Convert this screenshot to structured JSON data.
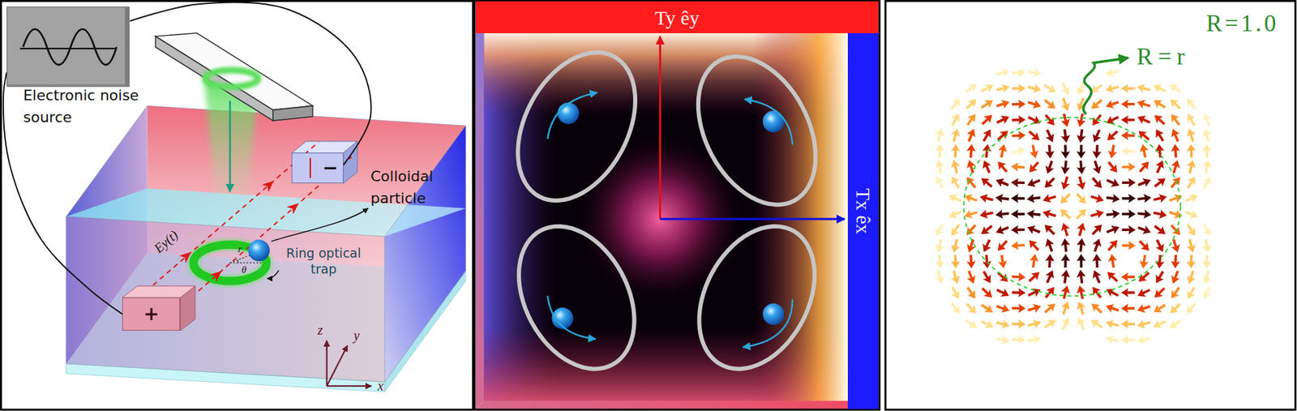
{
  "diagram": {
    "nodes": [
      {
        "text": [
          "Electronic noise source"
        ]
      },
      {
        "text": [
          "+"
        ]
      },
      {
        "text": [
          "−"
        ]
      },
      {
        "text": [
          "Ty êy"
        ]
      },
      {
        "text": [
          "Tx êx"
        ]
      }
    ],
    "edges": [
      {
        "from": 0,
        "to": 1,
        "arrow": "none"
      },
      {
        "from": 0,
        "to": 2,
        "arrow": "none"
      }
    ],
    "labels": [
      "Colloidal particle",
      "Ring optical trap",
      "Ey(t)",
      "r",
      "θ",
      "z",
      "y",
      "x",
      "R=1.0",
      "R=r"
    ]
  }
}
